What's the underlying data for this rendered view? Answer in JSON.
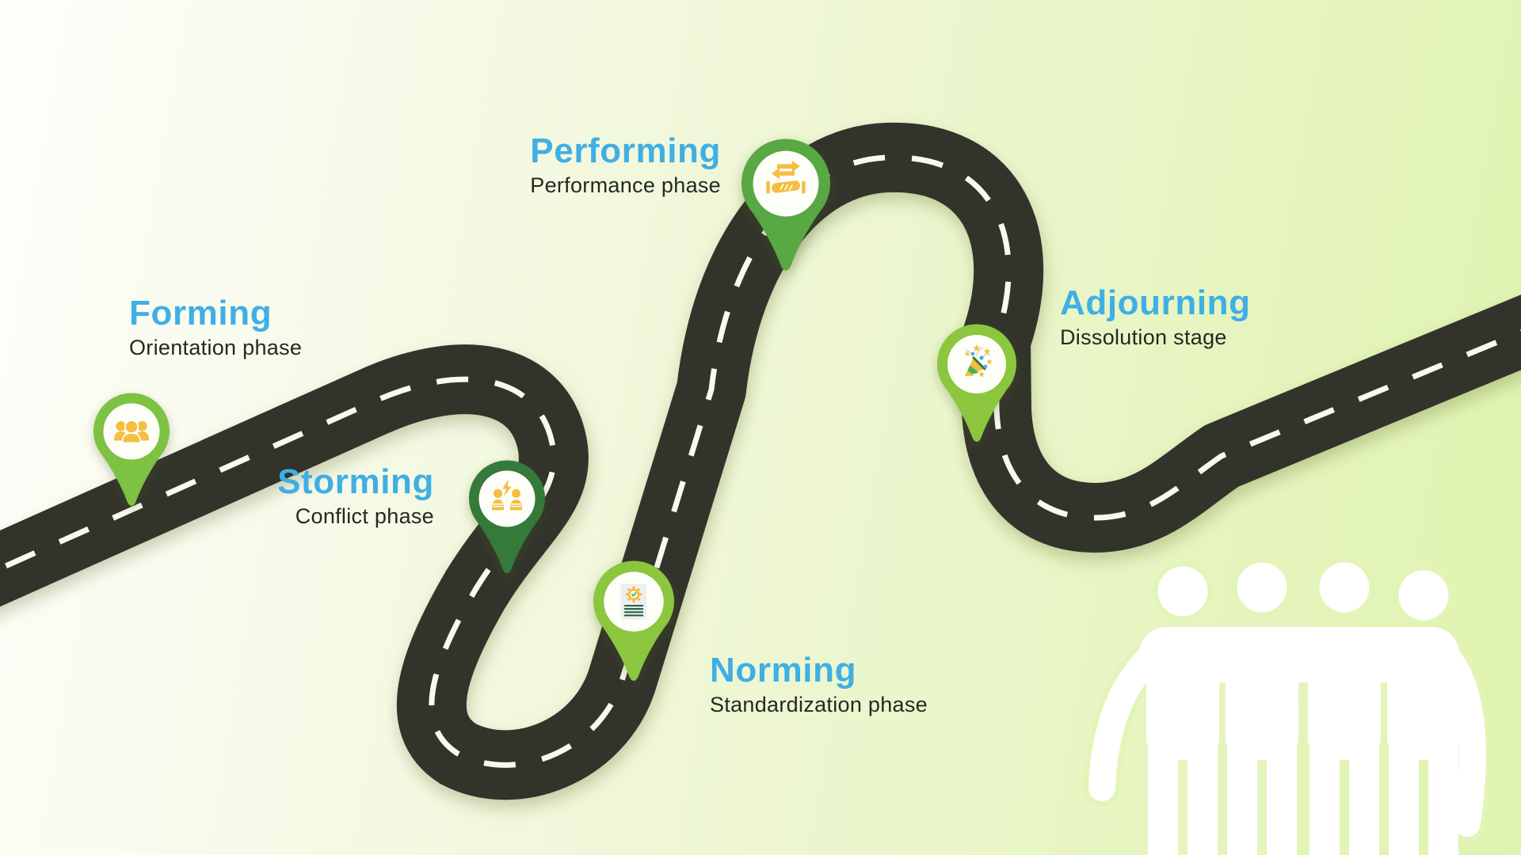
{
  "palette": {
    "bg_left": "#FEFEFB",
    "bg_mid": "#F0F7D8",
    "bg_right": "#DFF3AE",
    "road": "#32342B",
    "road_dash": "#F8FAEF",
    "title": "#3FAFE4",
    "subtitle": "#232922",
    "icon_yellow": "#F5BD41",
    "icon_blue": "#47AEE4",
    "icon_green": "#4CAF50",
    "leaf_dark_green": "#235C3B",
    "page_gray": "#ECEFF2",
    "silhouette": "#FFFFFF",
    "halo": "#E3F4B7"
  },
  "stages": [
    {
      "title": "Forming",
      "subtitle": "Orientation phase",
      "pin_color": "#7DC243",
      "icon": "team-icon"
    },
    {
      "title": "Storming",
      "subtitle": "Conflict phase",
      "pin_color": "#35793B",
      "icon": "conflict-icon"
    },
    {
      "title": "Norming",
      "subtitle": "Standardization phase",
      "pin_color": "#8CC63F",
      "icon": "document-gear-icon"
    },
    {
      "title": "Performing",
      "subtitle": "Performance phase",
      "pin_color": "#58A843",
      "icon": "handshake-icon"
    },
    {
      "title": "Adjourning",
      "subtitle": "Dissolution stage",
      "pin_color": "#8CC63F",
      "icon": "party-popper-icon"
    }
  ]
}
